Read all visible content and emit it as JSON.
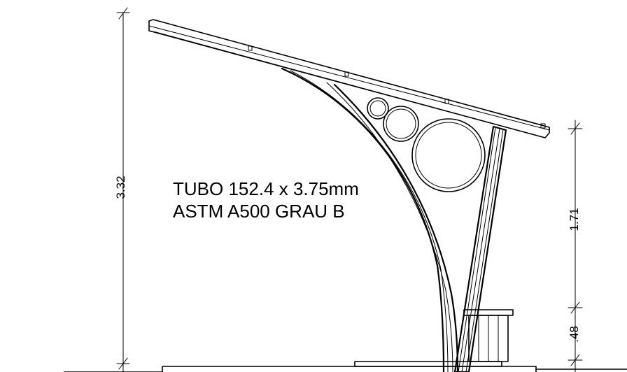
{
  "dimensions": {
    "total_height": "3.32",
    "upper_height": "1.71",
    "lower_height": ".48"
  },
  "note": {
    "line1": "TUBO 152.4 x 3.75mm",
    "line2": "ASTM A500 GRAU B"
  }
}
